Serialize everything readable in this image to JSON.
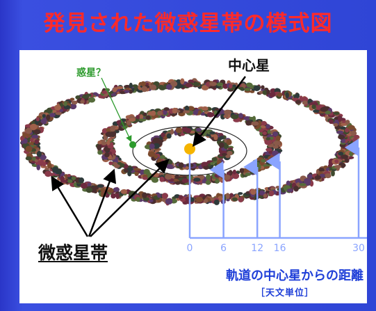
{
  "title": "発見された微惑星帯の模式図",
  "labels": {
    "planet": "惑星？",
    "central_star": "中心星",
    "belt": "微惑星帯"
  },
  "axis": {
    "ticks": [
      "0",
      "6",
      "12",
      "16",
      "30"
    ],
    "caption": "軌道の中心星からの距離",
    "unit": "［天文単位］"
  },
  "colors": {
    "title": "#ff2a2a",
    "background": "#2f45d6",
    "belt_particles": [
      "#6b2a3e",
      "#8a5a4a",
      "#3f4a2e",
      "#5b3a6a",
      "#a0604a",
      "#2e3a3a",
      "#7a4a2e",
      "#4a2e2e",
      "#8a3a4a",
      "#556b3a"
    ],
    "star": "#f5b400",
    "planet": "#2c9a2c",
    "axis": "#8aa4ff",
    "caption": "#1f3fd8"
  }
}
